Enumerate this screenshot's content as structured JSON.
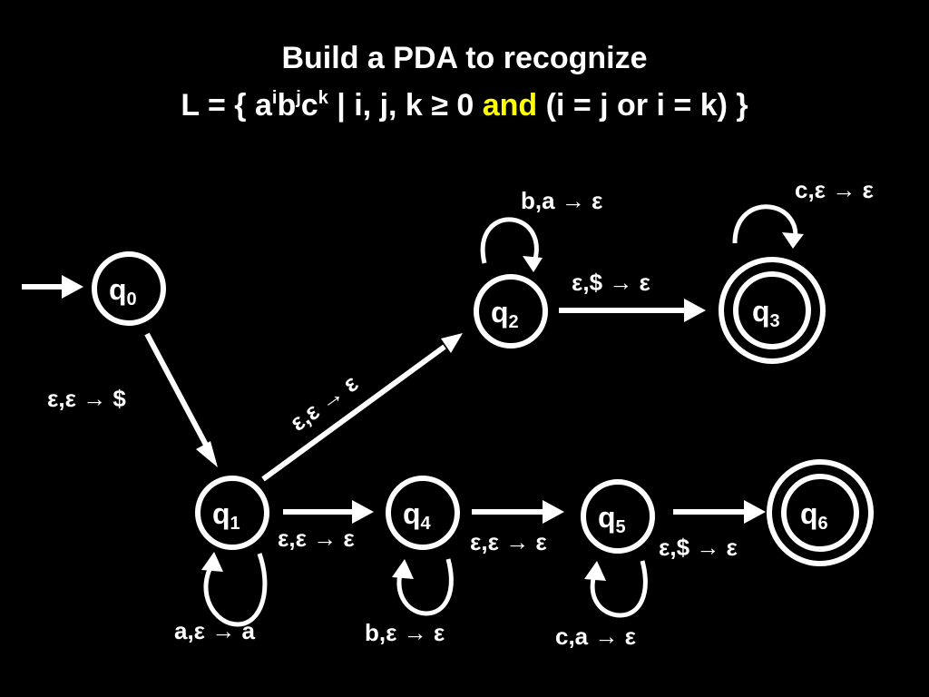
{
  "title": {
    "line1": "Build a PDA to recognize",
    "line2": {
      "prefix": "L = { a",
      "sup_i": "i",
      "b": "b",
      "sup_j": "j",
      "c": "c",
      "sup_k": "k",
      "middle": " | i, j, k ≥ 0 ",
      "highlight": "and",
      "suffix": " (i = j or i = k) }"
    },
    "highlight_color": "#ffff00"
  },
  "states": [
    {
      "id": "q0",
      "name": "q",
      "sub": "0",
      "accepting": false,
      "start": true
    },
    {
      "id": "q1",
      "name": "q",
      "sub": "1",
      "accepting": false
    },
    {
      "id": "q2",
      "name": "q",
      "sub": "2",
      "accepting": false
    },
    {
      "id": "q3",
      "name": "q",
      "sub": "3",
      "accepting": true
    },
    {
      "id": "q4",
      "name": "q",
      "sub": "4",
      "accepting": false
    },
    {
      "id": "q5",
      "name": "q",
      "sub": "5",
      "accepting": false
    },
    {
      "id": "q6",
      "name": "q",
      "sub": "6",
      "accepting": true
    }
  ],
  "transitions": {
    "q0_q1": "ε,ε → $",
    "q1_q2": "ε,ε → ε",
    "q2_q3": "ε,$ → ε",
    "q1_q4": "ε,ε → ε",
    "q4_q5": "ε,ε → ε",
    "q5_q6": "ε,$ → ε",
    "q1_loop": "a,ε → a",
    "q2_loop": "b,a → ε",
    "q3_loop": "c,ε → ε",
    "q4_loop": "b,ε → ε",
    "q5_loop": "c,a → ε"
  }
}
